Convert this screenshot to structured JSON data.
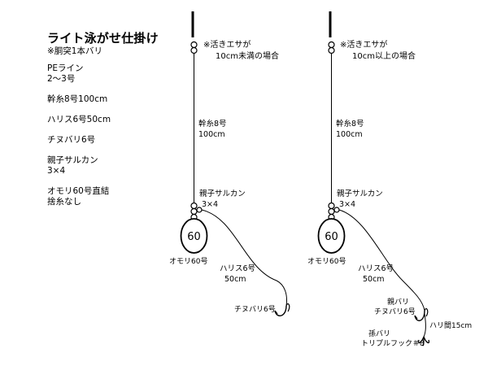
{
  "title": "ライト泳がせ仕掛け",
  "subtitle": "※胴突1本バリ",
  "specs": [
    {
      "text": "PEライン\n2〜3号"
    },
    {
      "text": "幹糸8号100cm"
    },
    {
      "text": "ハリス6号50cm"
    },
    {
      "text": "チヌバリ6号"
    },
    {
      "text": "親子サルカン\n3×4"
    },
    {
      "text": "オモリ60号直結\n捨糸なし"
    }
  ],
  "rigs": [
    {
      "note_line1": "※活きエサが",
      "note_line2": "10cm未満の場合",
      "main_line_1": "幹糸8号",
      "main_line_2": "100cm",
      "swivel_1": "親子サルカン",
      "swivel_2": "3×4",
      "sinker_value": "60",
      "sinker_label": "オモリ60号",
      "harris_1": "ハリス6号",
      "harris_2": "50cm",
      "hook_label": "チヌバリ6号"
    },
    {
      "note_line1": "※活きエサが",
      "note_line2": "10cm以上の場合",
      "main_line_1": "幹糸8号",
      "main_line_2": "100cm",
      "swivel_1": "親子サルカン",
      "swivel_2": "3×4",
      "sinker_value": "60",
      "sinker_label": "オモリ60号",
      "harris_1": "ハリス6号",
      "harris_2": "50cm",
      "parent_hook_1": "親バリ",
      "parent_hook_2": "チヌバリ6号",
      "gap_label": "ハリ間15cm",
      "child_hook_1": "孫バリ",
      "child_hook_2": "トリプルフック＃8"
    }
  ]
}
